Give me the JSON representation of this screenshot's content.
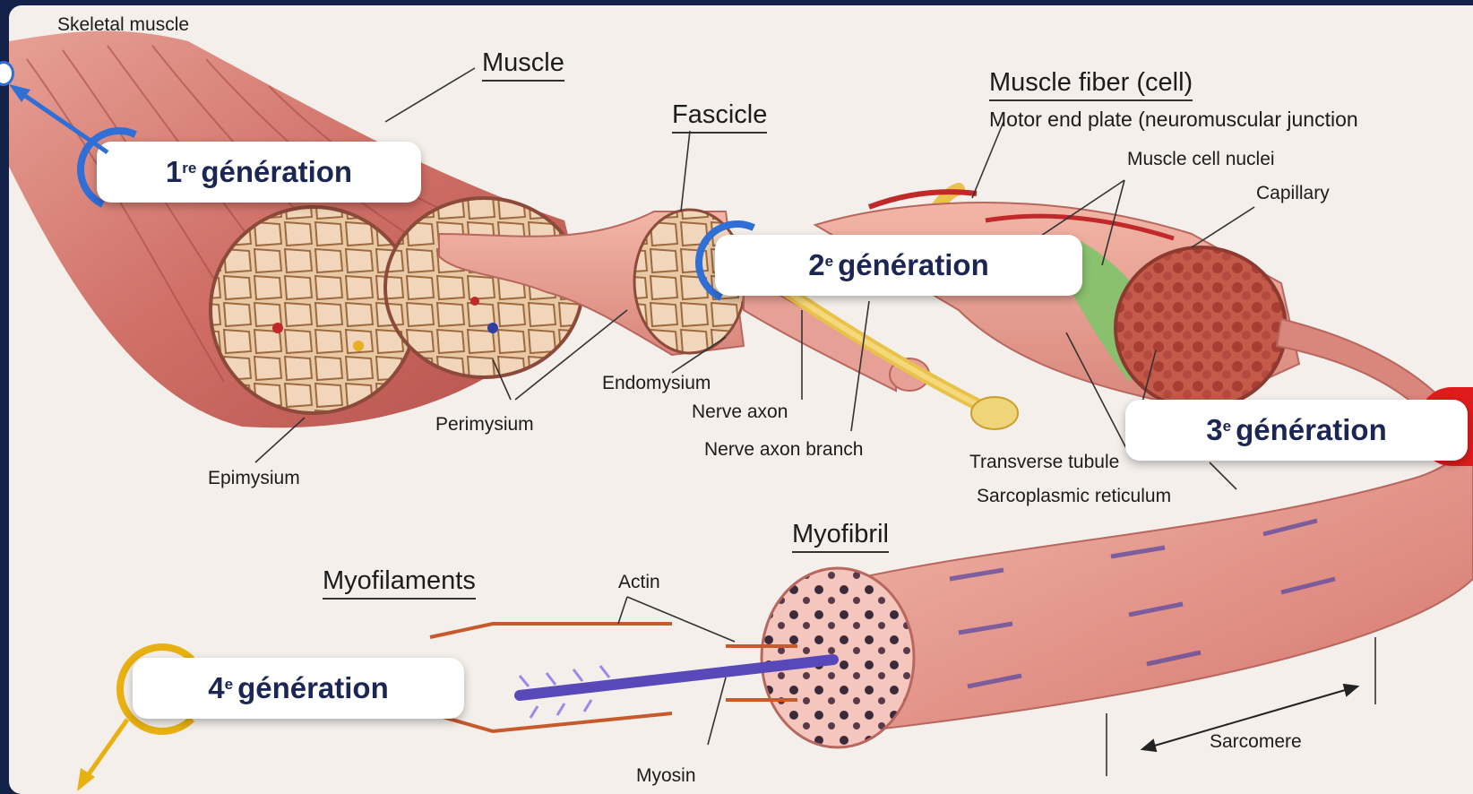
{
  "diagram": {
    "header": "Skeletal muscle",
    "labels": {
      "muscle": "Muscle",
      "fascicle": "Fascicle",
      "muscle_fiber": "Muscle fiber (cell)",
      "motor_end_plate": "Motor end plate (neuromuscular junction",
      "muscle_cell_nuclei": "Muscle cell nuclei",
      "capillary": "Capillary",
      "endomysium": "Endomysium",
      "nerve_axon": "Nerve axon",
      "nerve_axon_branch": "Nerve axon branch",
      "perimysium": "Perimysium",
      "epimysium": "Epimysium",
      "transverse_tubule": "Transverse tubule",
      "sarcoplasmic_reticulum": "Sarcoplasmic reticulum",
      "myofibril": "Myofibril",
      "myofilaments": "Myofilaments",
      "actin": "Actin",
      "myosin": "Myosin",
      "sarcomere": "Sarcomere"
    }
  },
  "generations": [
    {
      "num": "1",
      "sup": "re",
      "text": "génération",
      "accent": "#2f6fd6"
    },
    {
      "num": "2",
      "sup": "e",
      "text": "génération",
      "accent": "#2f6fd6"
    },
    {
      "num": "3",
      "sup": "e",
      "text": "génération",
      "accent": "#e01b1b"
    },
    {
      "num": "4",
      "sup": "e",
      "text": "génération",
      "accent": "#e8b010"
    }
  ],
  "colors": {
    "frame": "#14224a",
    "background": "#f4efea",
    "muscle": "#d9867c",
    "nerve": "#e8c24a",
    "reticulum": "#7fc46a",
    "label_text": "#1b2752"
  }
}
